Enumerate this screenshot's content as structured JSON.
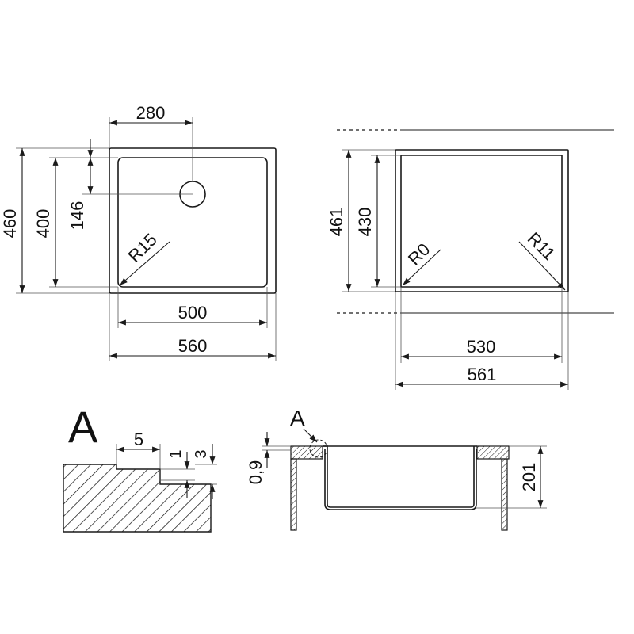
{
  "top_view_left": {
    "dim_280": "280",
    "dim_460": "460",
    "dim_400": "400",
    "dim_146": "146",
    "radius": "R15",
    "dim_500": "500",
    "dim_560": "560"
  },
  "top_view_right": {
    "dim_461": "461",
    "dim_430": "430",
    "radius_left": "R0",
    "radius_right": "R11",
    "dim_530": "530",
    "dim_561": "561"
  },
  "detail_a": {
    "label": "A",
    "dim_5": "5",
    "dim_1": "1",
    "dim_3": "3"
  },
  "section_view": {
    "label": "A",
    "dim_0_9": "0,9",
    "dim_201": "201"
  }
}
